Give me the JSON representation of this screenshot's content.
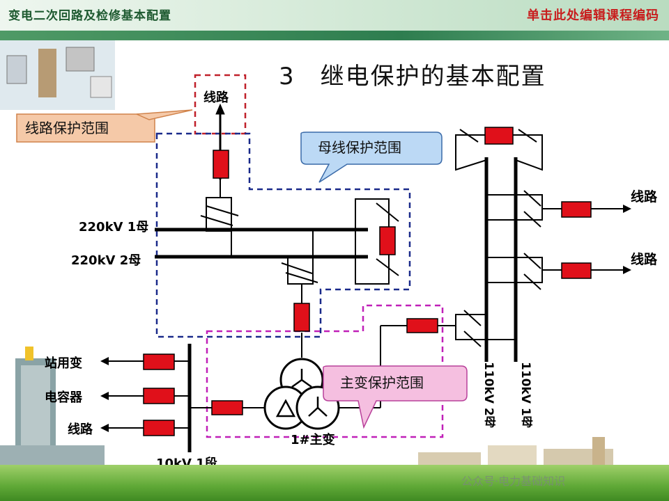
{
  "header": {
    "course_left": "变电二次回路及检修基本配置",
    "course_right": "单击此处编辑课程编码"
  },
  "title": "3　继电保护的基本配置",
  "labels": {
    "line_top": "线路",
    "bus_220_1": "220kV 1母",
    "bus_220_2": "220kV 2母",
    "line_right_1": "线路",
    "line_right_2": "线路",
    "station_transformer": "站用变",
    "capacitor": "电容器",
    "line_left": "线路",
    "bus_10kv": "10kV 1段",
    "main_transformer": "1#主变",
    "bus_110_2": "110kV 2母",
    "bus_110_1": "110kV 1母"
  },
  "callouts": {
    "line_protection": "线路保护范围",
    "bus_protection": "母线保护范围",
    "transformer_protection": "主变保护范围"
  },
  "watermark": "公众号·电力基础知识",
  "colors": {
    "relay_red": "#e0101a",
    "line_zone": "#c0202a",
    "bus_zone": "#1a2a8a",
    "transformer_zone": "#c020b8",
    "callout_orange": "#f5c9a8",
    "callout_blue": "#bcd9f5",
    "callout_pink": "#f5bfe0"
  }
}
